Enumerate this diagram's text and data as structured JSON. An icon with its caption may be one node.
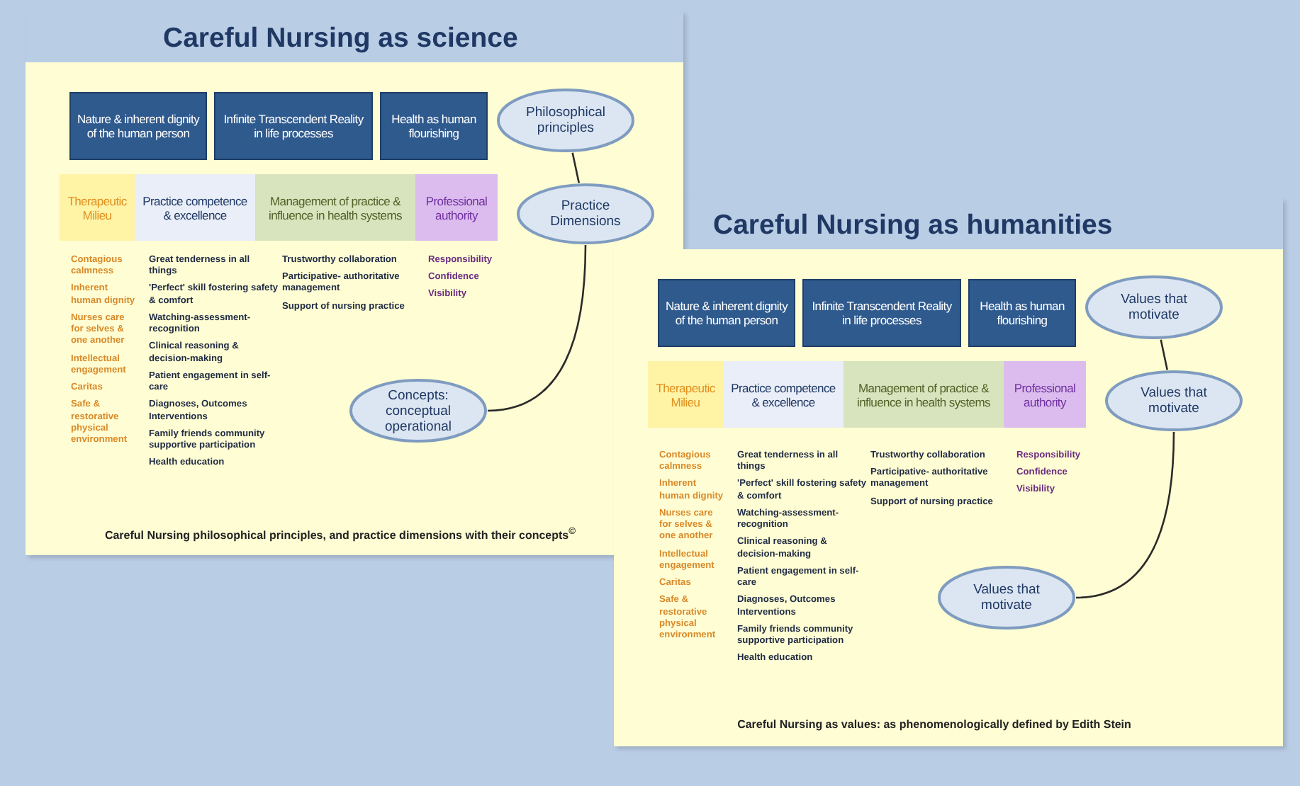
{
  "diagram": {
    "nodes": [
      {
        "text": [
          "Careful Nursing as science",
          "Careful Nursing philosophical principles, and practice dimensions with their concepts$^{©}$"
        ]
      },
      {
        "text": [
          "Nature & inherent dignity of the human person"
        ],
        "in": 0
      },
      {
        "text": [
          "Infinite Transcendent Reality in life processes"
        ],
        "in": 0
      },
      {
        "text": [
          "Health as human flourishing"
        ],
        "in": 0
      },
      {
        "text": [
          "Therapeutic Milieu"
        ],
        "in": 0
      },
      {
        "text": [
          "Practice competence & excellence"
        ],
        "in": 0
      },
      {
        "text": [
          "Management of practice & influence in health systems"
        ],
        "in": 0
      },
      {
        "text": [
          "Professional authority"
        ],
        "in": 0
      },
      {
        "text": [
          "Philosophical principles"
        ],
        "in": 0
      },
      {
        "text": [
          "Practice Dimensions"
        ],
        "in": 0
      },
      {
        "text": [
          "Concepts: conceptual operational"
        ],
        "in": 0
      },
      {
        "text": [
          "Careful Nursing as humanities",
          "Careful Nursing as values: as phenomenologically defined by Edith Stein"
        ]
      },
      {
        "text": [
          "Nature & inherent dignity of the human person"
        ],
        "in": 11
      },
      {
        "text": [
          "Infinite Transcendent Reality in life processes"
        ],
        "in": 11
      },
      {
        "text": [
          "Health as human flourishing"
        ],
        "in": 11
      },
      {
        "text": [
          "Therapeutic Milieu"
        ],
        "in": 11
      },
      {
        "text": [
          "Practice competence & excellence"
        ],
        "in": 11
      },
      {
        "text": [
          "Management of practice & influence in health systems"
        ],
        "in": 11
      },
      {
        "text": [
          "Professional authority"
        ],
        "in": 11
      },
      {
        "text": [
          "Values that motivate"
        ],
        "in": 11
      },
      {
        "text": [
          "Values that motivate"
        ],
        "in": 11
      },
      {
        "text": [
          "Values that motivate"
        ],
        "in": 11
      }
    ],
    "edges": [
      {
        "from": 8,
        "to": 9,
        "arrow": "none"
      },
      {
        "from": 9,
        "to": 10,
        "arrow": "none"
      },
      {
        "from": 19,
        "to": 20,
        "arrow": "none"
      },
      {
        "from": 20,
        "to": 21,
        "arrow": "none"
      }
    ],
    "labels": [
      "Contagious calmness",
      "Inherent human dignity",
      "Nurses care for selves & one another",
      "Intellectual engagement",
      "Caritas",
      "Safe & restorative physical environment",
      "Great tenderness in all things",
      "'Perfect' skill fostering safety & comfort",
      "Watching-assessment-recognition",
      "Clinical reasoning & decision-making",
      "Patient engagement in self-care",
      "Diagnoses, Outcomes Interventions",
      "Family friends community supportive participation",
      "Health education",
      "Trustworthy collaboration",
      "Participative- authoritative management",
      "Support of nursing practice",
      "Responsibility",
      "Confidence",
      "Visibility",
      "Contagious calmness",
      "Inherent human dignity",
      "Nurses care for selves & one another",
      "Intellectual engagement",
      "Caritas",
      "Safe & restorative physical environment",
      "Great tenderness in all things",
      "'Perfect' skill fostering safety & comfort",
      "Watching-assessment-recognition",
      "Clinical reasoning & decision-making",
      "Patient engagement in self-care",
      "Diagnoses, Outcomes Interventions",
      "Family friends community supportive participation",
      "Health education",
      "Trustworthy collaboration",
      "Participative- authoritative management",
      "Support of nursing practice",
      "Responsibility",
      "Confidence",
      "Visibility"
    ]
  }
}
